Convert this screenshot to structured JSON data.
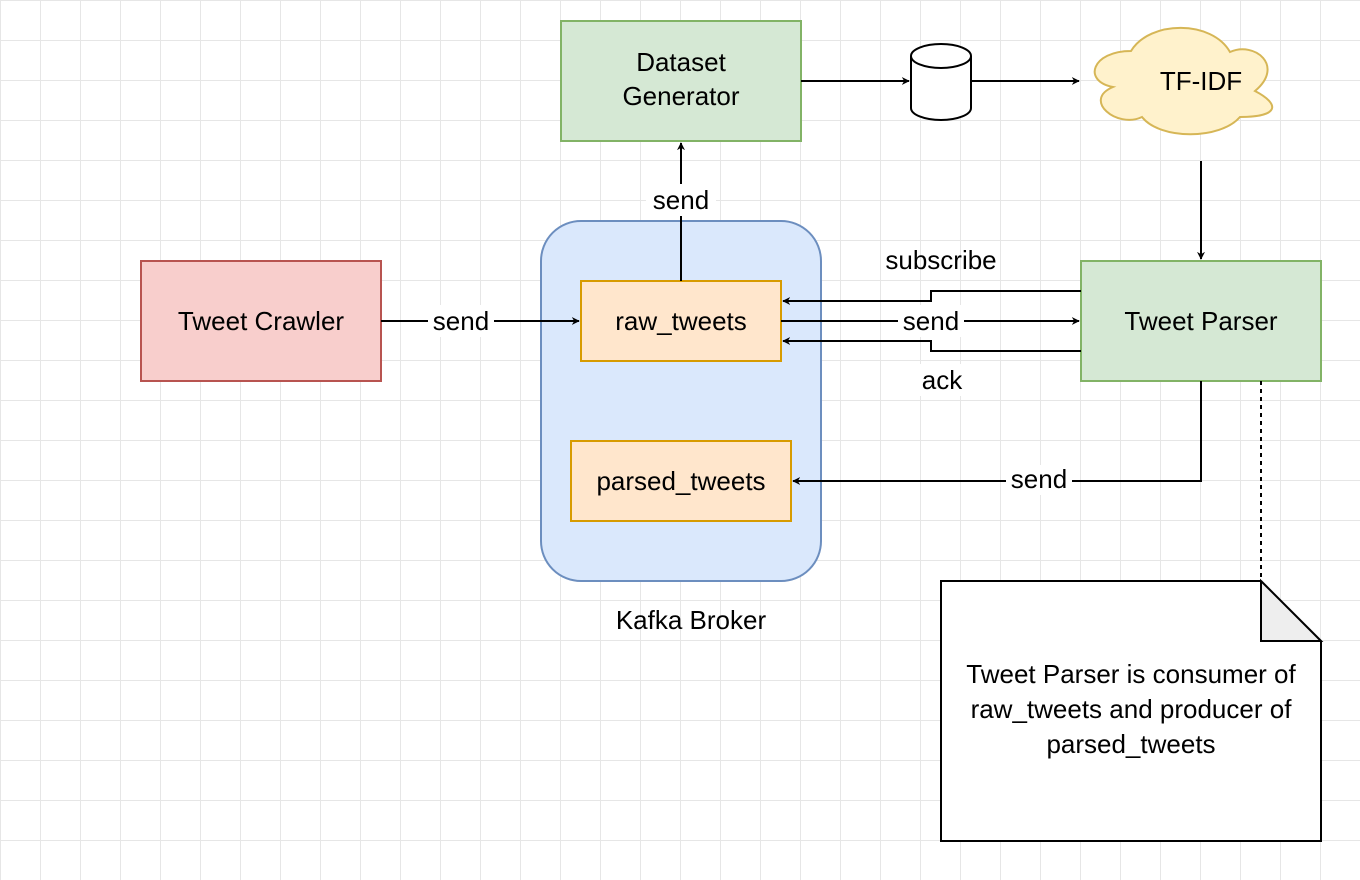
{
  "colors": {
    "crawler_fill": "#f8cecc",
    "crawler_stroke": "#b85450",
    "green_fill": "#d5e8d4",
    "green_stroke": "#82b366",
    "broker_fill": "#dae8fc",
    "broker_stroke": "#6c8ebf",
    "topic_fill": "#ffe6cc",
    "topic_stroke": "#d79b00",
    "cloud_fill": "#fff2cc",
    "cloud_stroke": "#d6b656",
    "note_fold": "#eeeeee",
    "line": "#000000"
  },
  "nodes": {
    "tweet_crawler": "Tweet Crawler",
    "dataset_generator_line1": "Dataset",
    "dataset_generator_line2": "Generator",
    "tf_idf": "TF-IDF",
    "tweet_parser": "Tweet Parser",
    "raw_tweets": "raw_tweets",
    "parsed_tweets": "parsed_tweets",
    "kafka_broker": "Kafka Broker"
  },
  "edges": {
    "crawler_to_raw": "send",
    "raw_to_generator": "send",
    "parser_subscribe": "subscribe",
    "raw_to_parser": "send",
    "parser_ack": "ack",
    "parser_to_parsed": "send"
  },
  "note": {
    "line1": "Tweet Parser is consumer of",
    "line2": "raw_tweets and producer of",
    "line3": "parsed_tweets"
  },
  "icons": {
    "database": "database-icon",
    "cloud": "cloud-icon"
  }
}
